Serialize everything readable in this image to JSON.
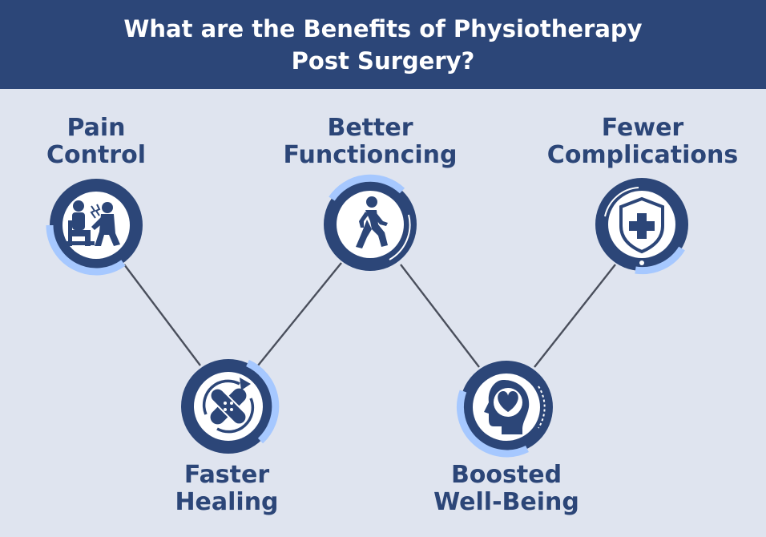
{
  "title": {
    "line1": "What are the Benefits of Physiotherapy",
    "line2": "Post Surgery?"
  },
  "colors": {
    "navy": "#2c4678",
    "light_blue": "#a6c8ff",
    "background": "#dfe4ef",
    "white": "#ffffff",
    "connector": "#4a4f5c"
  },
  "benefits": [
    {
      "lines": [
        "Pain",
        "Control"
      ],
      "icon": "physiotherapist-patient-icon"
    },
    {
      "lines": [
        "Faster",
        "Healing"
      ],
      "icon": "bandage-healing-icon"
    },
    {
      "lines": [
        "Better",
        "Functioncing"
      ],
      "icon": "walking-person-icon"
    },
    {
      "lines": [
        "Boosted",
        "Well-Being"
      ],
      "icon": "head-heart-icon"
    },
    {
      "lines": [
        "Fewer",
        "Complications"
      ],
      "icon": "medical-shield-icon"
    }
  ]
}
